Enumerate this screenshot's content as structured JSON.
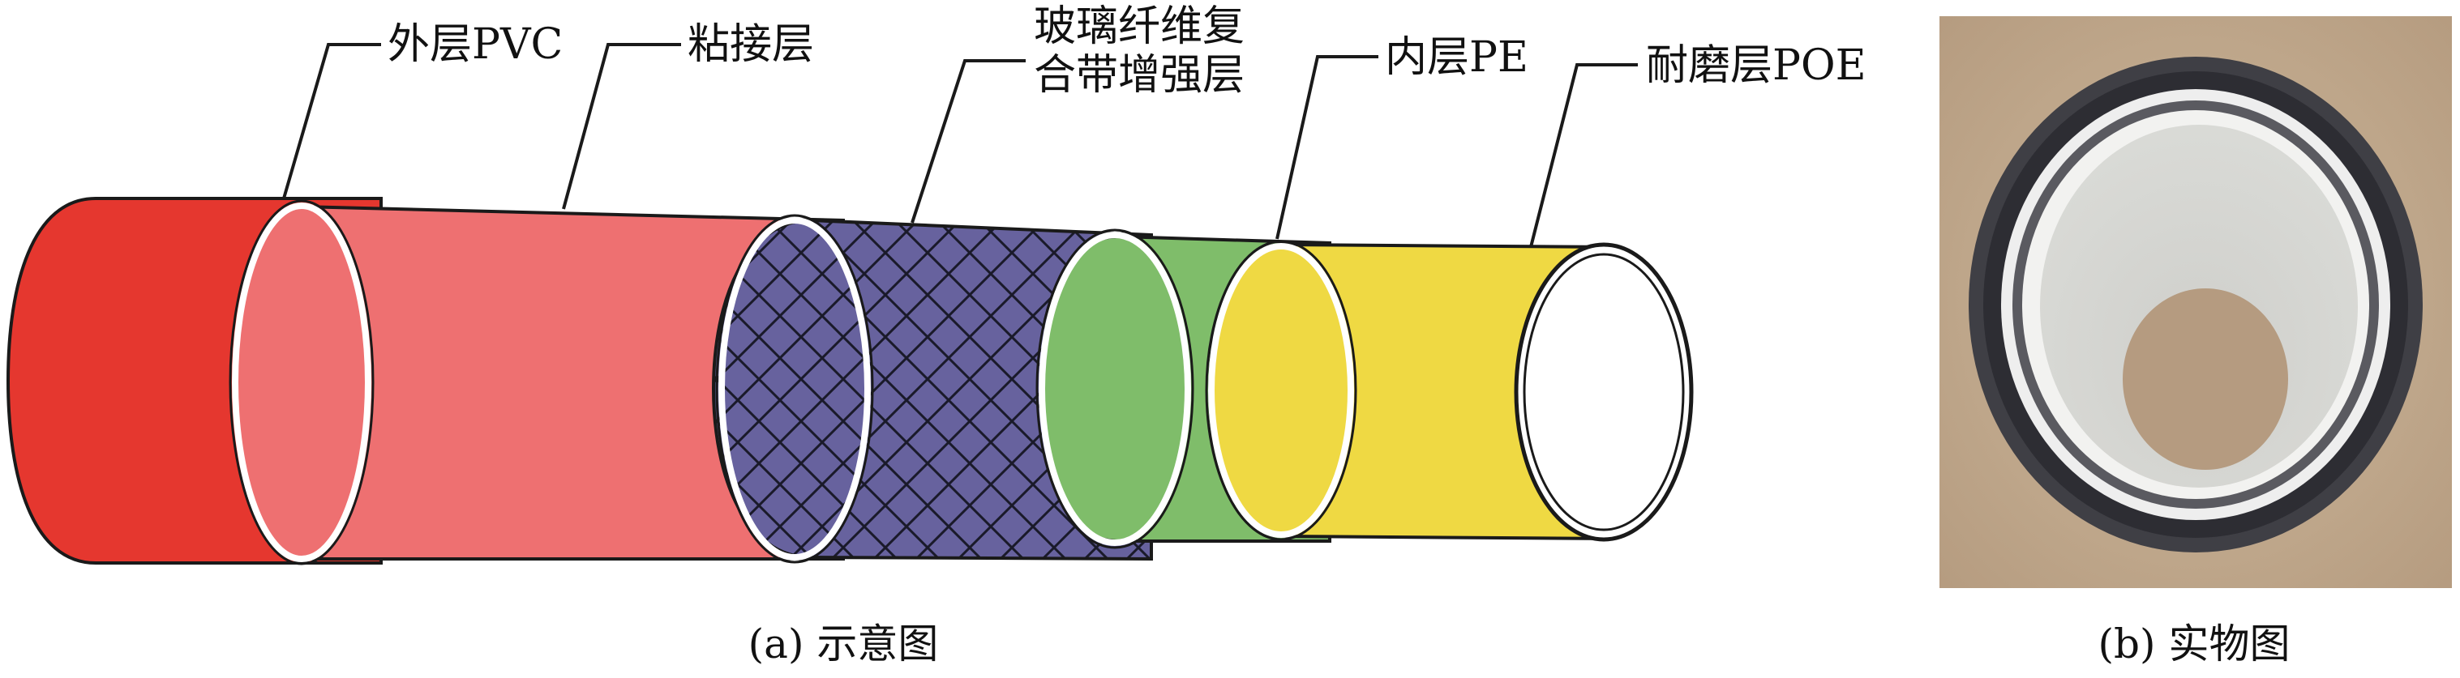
{
  "labels": {
    "outer_pvc": "外层PVC",
    "adhesive": "粘接层",
    "glass_fiber_line1": "玻璃纤维复",
    "glass_fiber_line2": "合带增强层",
    "inner_pe": "内层PE",
    "wear_poe": "耐磨层POE"
  },
  "captions": {
    "schematic": "(a) 示意图",
    "photo": "(b) 实物图"
  },
  "colors": {
    "outer_pvc": "#e5372f",
    "adhesive": "#ee7071",
    "glass_fiber": "#67629e",
    "inner_pe": "#7fbd6a",
    "wear_poe": "#efd943",
    "bore": "#ffffff",
    "photo_bg": "#c4ae93"
  }
}
